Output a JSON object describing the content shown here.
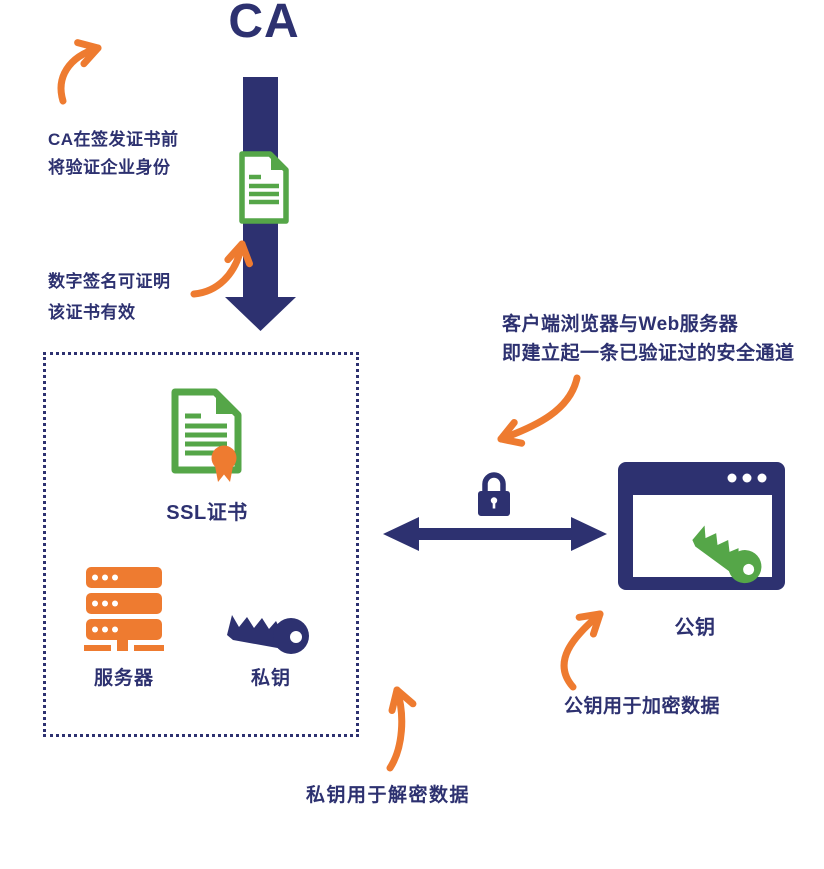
{
  "colors": {
    "navy": "#2d3170",
    "orange": "#ee7b30",
    "green": "#55a648",
    "background": "#ffffff"
  },
  "diagram": {
    "title": "CA",
    "ca_note": {
      "line1": "CA在签发证书前",
      "line2": "将验证企业身份"
    },
    "signature_note": {
      "line1": "数字签名可证明",
      "line2": "该证书有效"
    },
    "channel_note": {
      "line1": "客户端浏览器与Web服务器",
      "line2": "即建立起一条已验证过的安全通道"
    },
    "public_key_note": "公钥用于加密数据",
    "private_key_note": "私钥用于解密数据",
    "server_box": {
      "ssl_certificate_label": "SSL证书",
      "server_label": "服务器",
      "private_key_label": "私钥"
    },
    "public_key_label": "公钥",
    "icons": {
      "certificate_document": "document-icon",
      "ssl_certificate": "certificate-ribbon-icon",
      "server": "server-rack-icon",
      "private_key": "key-icon",
      "padlock": "padlock-icon",
      "secure_channel": "double-headed-arrow-icon",
      "browser": "browser-window-icon",
      "public_key": "key-icon",
      "annotation_arrows": "curved-arrow-icon"
    }
  }
}
